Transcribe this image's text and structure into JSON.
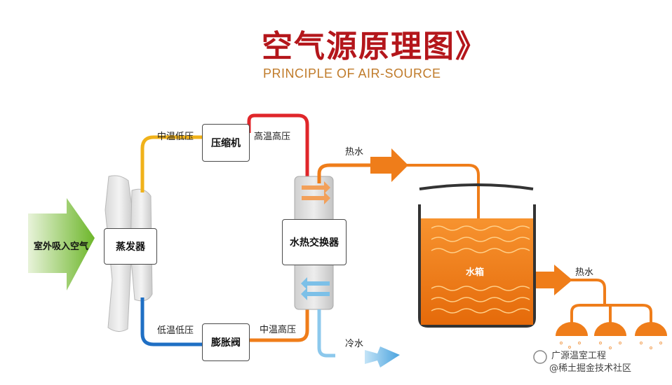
{
  "header": {
    "title": "空气源原理图》",
    "subtitle": "PRINCIPLE OF AIR-SOURCE"
  },
  "components": {
    "evaporator": "蒸发器",
    "compressor": "压缩机",
    "expansion_valve": "膨胀阀",
    "heat_exchanger": "水热交换器",
    "water_tank": "水箱"
  },
  "labels": {
    "outdoor_air": "室外吸入空气",
    "mid_temp_low_pressure": "中温低压",
    "high_temp_high_pressure": "高温高压",
    "low_temp_low_pressure": "低温低压",
    "mid_temp_high_pressure": "中温高压",
    "hot_water_out": "热水",
    "hot_water_supply": "热水",
    "cold_water": "冷水"
  },
  "watermark": {
    "line1": "广源温室工程",
    "line2": "@稀土掘金技术社区"
  },
  "colors": {
    "title_red": "#b4161b",
    "hot_line": "#e0262a",
    "warm_line": "#f0b21a",
    "cold_line": "#1f6fc4",
    "water_orange": "#ef7d1a",
    "cold_water": "#7cc0e8",
    "air_arrow": "#7ab82e"
  }
}
